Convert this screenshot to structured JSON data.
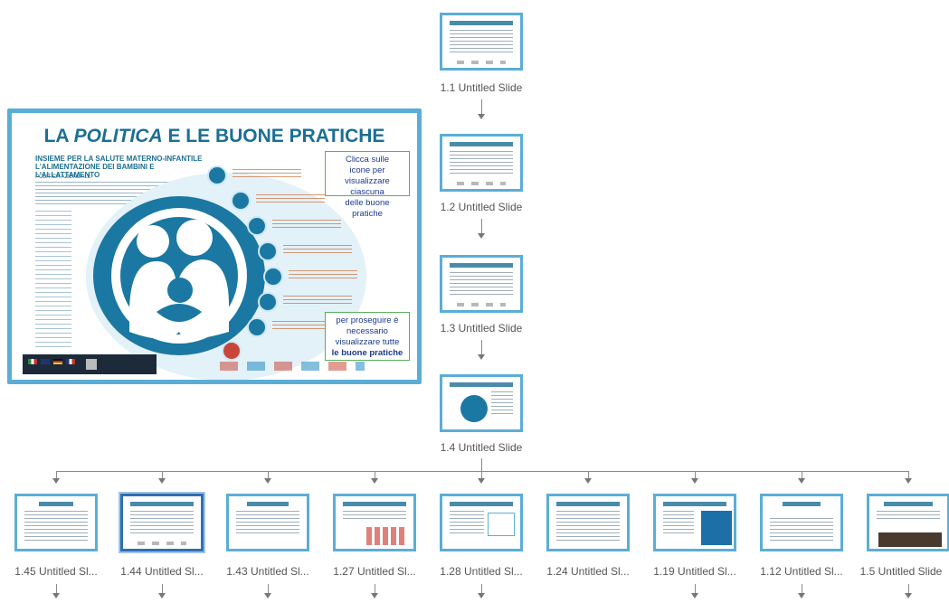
{
  "preview": {
    "title_prefix": "LA ",
    "title_italic": "POLITICA",
    "title_suffix": " E LE BUONE PRATICHE",
    "subtitle": "INSIEME PER LA SALUTE MATERNO-INFANTILE L'ALIMENTAZIONE DEI BAMBINI E L'ALLATTAMENTO",
    "subtitle2": "POLITICA AZIENDALE",
    "box1": [
      "Clicca sulle",
      "icone per",
      "visualizzare ciascuna",
      "delle buone pratiche"
    ],
    "box2": [
      "per proseguire è",
      "necessario",
      "visualizzare tutte",
      "le buone pratiche"
    ]
  },
  "chain": [
    {
      "label": "1.1 Untitled Slide"
    },
    {
      "label": "1.2 Untitled Slide"
    },
    {
      "label": "1.3 Untitled Slide"
    },
    {
      "label": "1.4 Untitled Slide"
    }
  ],
  "branches": [
    {
      "label": "1.45 Untitled Sl..."
    },
    {
      "label": "1.44 Untitled Sl..."
    },
    {
      "label": "1.43 Untitled Sl..."
    },
    {
      "label": "1.27 Untitled Sl..."
    },
    {
      "label": "1.28 Untitled Sl..."
    },
    {
      "label": "1.24 Untitled Sl..."
    },
    {
      "label": "1.19 Untitled Sl..."
    },
    {
      "label": "1.12 Untitled Sl..."
    },
    {
      "label": "1.5 Untitled Slide"
    }
  ],
  "colors": {
    "accent": "#5aaed6",
    "logo_blue": "#1b78a3",
    "connector": "#8a8a8a"
  }
}
